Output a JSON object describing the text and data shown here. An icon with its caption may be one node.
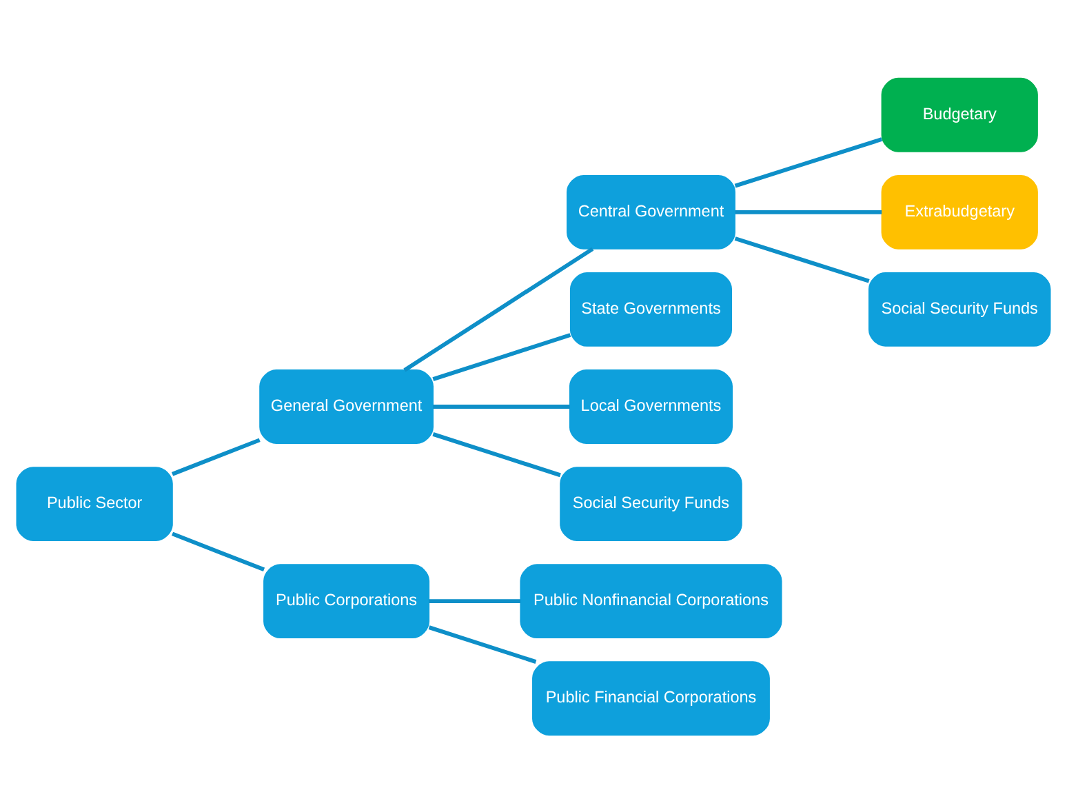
{
  "diagram": {
    "nodes": [
      {
        "text": [
          "Public Sector"
        ]
      },
      {
        "text": [
          "General Government"
        ]
      },
      {
        "text": [
          "Public Corporations"
        ]
      },
      {
        "text": [
          "Central Government"
        ]
      },
      {
        "text": [
          "State Governments"
        ]
      },
      {
        "text": [
          "Local Governments"
        ]
      },
      {
        "text": [
          "Social Security Funds"
        ]
      },
      {
        "text": [
          "Public Nonfinancial Corporations"
        ]
      },
      {
        "text": [
          "Public Financial Corporations"
        ]
      },
      {
        "text": [
          "Budgetary"
        ]
      },
      {
        "text": [
          "Extrabudgetary"
        ]
      },
      {
        "text": [
          "Social Security Funds"
        ]
      }
    ],
    "edges": [
      {
        "from": 0,
        "to": 1,
        "arrow": "none"
      },
      {
        "from": 0,
        "to": 2,
        "arrow": "none"
      },
      {
        "from": 1,
        "to": 3,
        "arrow": "none"
      },
      {
        "from": 1,
        "to": 4,
        "arrow": "none"
      },
      {
        "from": 1,
        "to": 5,
        "arrow": "none"
      },
      {
        "from": 1,
        "to": 6,
        "arrow": "none"
      },
      {
        "from": 2,
        "to": 7,
        "arrow": "none"
      },
      {
        "from": 2,
        "to": 8,
        "arrow": "none"
      },
      {
        "from": 3,
        "to": 9,
        "arrow": "none"
      },
      {
        "from": 3,
        "to": 10,
        "arrow": "none"
      },
      {
        "from": 3,
        "to": 11,
        "arrow": "none"
      }
    ]
  }
}
